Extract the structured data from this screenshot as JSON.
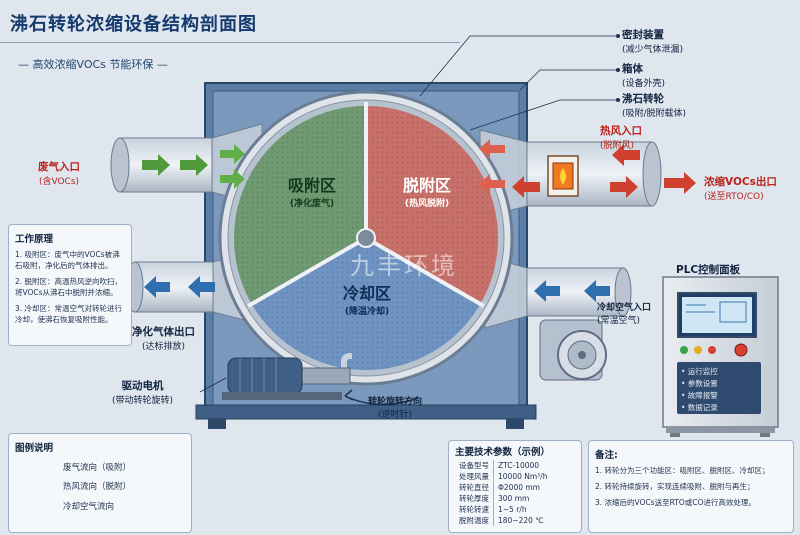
{
  "header": {
    "title": "沸石转轮浓缩设备结构剖面图",
    "subtitle": "高效浓缩VOCs   节能环保"
  },
  "callouts": {
    "seal": {
      "title": "密封装置",
      "sub": "(减少气体泄漏)"
    },
    "casing": {
      "title": "箱体",
      "sub": "(设备外壳)"
    },
    "rotor": {
      "title": "沸石转轮",
      "sub": "(吸附/脱附载体)"
    },
    "hot_in": {
      "title": "热风入口",
      "sub": "(脱附风)"
    },
    "conc_out": {
      "title": "浓缩VOCs出口",
      "sub": "(送至RTO/CO)"
    },
    "waste_in": {
      "title": "废气入口",
      "sub": "(含VOCs)"
    },
    "clean_out": {
      "title": "净化气体出口",
      "sub": "(达标排放)"
    },
    "cool_in": {
      "title": "冷却空气入口",
      "sub": "(常温空气)"
    },
    "motor": {
      "title": "驱动电机",
      "sub": "(带动转轮旋转)"
    },
    "rotation": {
      "title": "转轮旋转方向",
      "sub": "(逆时针)"
    }
  },
  "zones": {
    "adsorb": {
      "name": "吸附区",
      "sub": "(净化废气)"
    },
    "desorb": {
      "name": "脱附区",
      "sub": "(热风脱附)"
    },
    "cool": {
      "name": "冷却区",
      "sub": "(降温冷却)"
    }
  },
  "watermark": "九丰环境",
  "principle": {
    "title": "工作原理",
    "items": [
      "1. 吸附区：废气中的VOCs被沸石吸附，净化后的气体排出。",
      "2. 脱附区：高温热风逆向吹扫，将VOCs从沸石中脱附并浓缩。",
      "3. 冷却区：常温空气对转轮进行冷却，使沸石恢复吸附性能。"
    ]
  },
  "plc": {
    "title": "PLC控制面板",
    "items": [
      "• 运行监控",
      "• 参数设置",
      "• 故障报警",
      "• 数据记录"
    ]
  },
  "legend": {
    "title": "图例说明",
    "items": [
      {
        "label": "废气流向（吸附）",
        "color": "#4f9a3b"
      },
      {
        "label": "热风流向（脱附）",
        "color": "#d0402f"
      },
      {
        "label": "冷却空气流向",
        "color": "#2f6fb0"
      }
    ]
  },
  "specs": {
    "title": "主要技术参数（示例）",
    "rows": [
      {
        "k": "设备型号",
        "v": "ZTC-10000"
      },
      {
        "k": "处理风量",
        "v": "10000 Nm³/h"
      },
      {
        "k": "转轮直径",
        "v": "Φ2000 mm"
      },
      {
        "k": "转轮厚度",
        "v": "300 mm"
      },
      {
        "k": "转轮转速",
        "v": "1~5 r/h"
      },
      {
        "k": "脱附温度",
        "v": "180~220 ℃"
      }
    ]
  },
  "notes": {
    "title": "备注:",
    "items": [
      "1. 转轮分为三个功能区：吸附区、脱附区、冷却区；",
      "2. 转轮持续旋转，实现连续吸附、脱附与再生；",
      "3. 浓缩后的VOCs送至RTO或CO进行高效处理。"
    ]
  }
}
